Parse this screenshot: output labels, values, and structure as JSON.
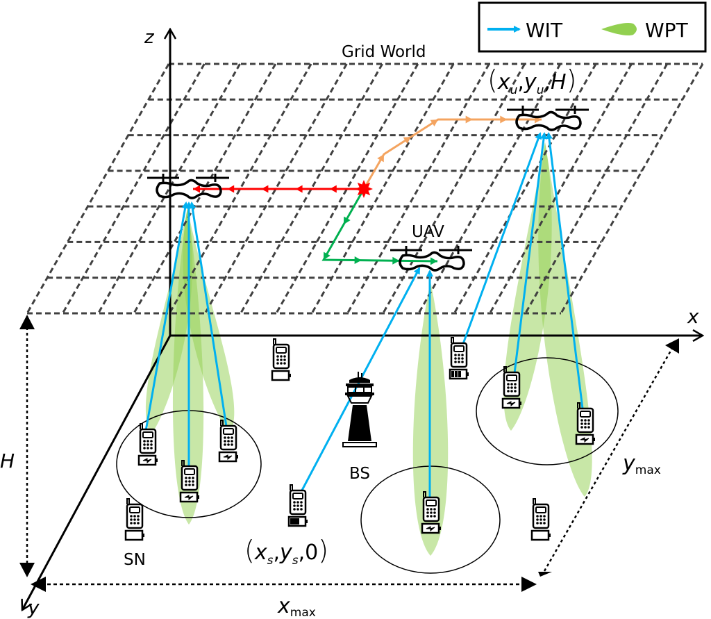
{
  "title": "UAV-assisted WIT/WPT system in a Grid World",
  "legend": {
    "items": [
      {
        "label": "WIT",
        "icon": "blue-arrow-icon",
        "color": "#00b0f0"
      },
      {
        "label": "WPT",
        "icon": "green-beam-icon",
        "color": "#92d050"
      }
    ]
  },
  "labels": {
    "grid_world": "Grid World",
    "uav": "UAV",
    "bs": "BS",
    "sn": "SN",
    "uav_coord": {
      "open": "(",
      "x": "x",
      "xs": "u",
      "y": "y",
      "ys": "u",
      "z": "H",
      "close": ")"
    },
    "sn_coord": {
      "open": "(",
      "x": "x",
      "xs": "s",
      "y": "y",
      "ys": "s",
      "z": "0",
      "close": ")"
    },
    "axis_x": "x",
    "axis_y": "y",
    "axis_z": "z",
    "height": "H",
    "xmax_base": "x",
    "xmax_sub": "max",
    "ymax_base": "y",
    "ymax_sub": "max"
  },
  "grid": {
    "rows": 7,
    "cols": 15
  },
  "colors": {
    "wit": "#00b0f0",
    "wpt": "#92d050",
    "path_red": "#ff0000",
    "path_orange": "#f4a460",
    "path_green": "#00b050",
    "grid": "#404040"
  },
  "paths": [
    {
      "name": "red-trajectory",
      "color_key": "path_red",
      "segments": 5
    },
    {
      "name": "orange-trajectory",
      "color_key": "path_orange",
      "segments": 4
    },
    {
      "name": "green-trajectory",
      "color_key": "path_green",
      "segments": 4
    }
  ],
  "sensor_nodes": [
    {
      "id": "cluster-left-1",
      "battery": "charging"
    },
    {
      "id": "cluster-left-2",
      "battery": "charging"
    },
    {
      "id": "cluster-left-3",
      "battery": "charging"
    },
    {
      "id": "sn-labeled",
      "battery": "empty"
    },
    {
      "id": "sn-top-middle",
      "battery": "empty"
    },
    {
      "id": "sn-transmitting",
      "battery": "half"
    },
    {
      "id": "cluster-center-1",
      "battery": "charging"
    },
    {
      "id": "sn-right-upper",
      "battery": "full"
    },
    {
      "id": "cluster-right-1",
      "battery": "charging"
    },
    {
      "id": "cluster-right-2",
      "battery": "charging"
    },
    {
      "id": "sn-right-lower",
      "battery": "empty"
    }
  ]
}
